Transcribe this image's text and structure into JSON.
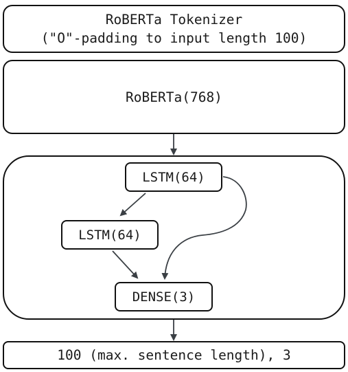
{
  "tokenizer": {
    "line1": "RoBERTa Tokenizer",
    "line2": "(\"O\"-padding to input length 100)"
  },
  "roberta": {
    "label": "RoBERTa(768)"
  },
  "lstm_group": {
    "lstm1": "LSTM(64)",
    "lstm2": "LSTM(64)",
    "dense": "DENSE(3)"
  },
  "output": {
    "label": "100 (max. sentence length), 3"
  },
  "colors": {
    "border": "#111111",
    "arrow": "#3a3f44"
  }
}
